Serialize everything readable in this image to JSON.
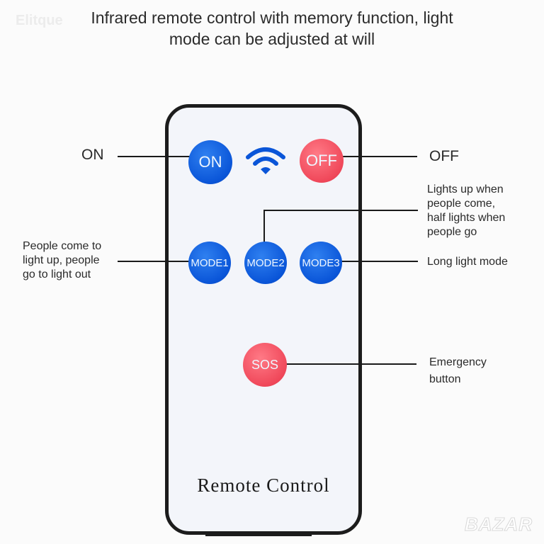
{
  "header": {
    "title_line1": "Infrared remote control with memory function, light",
    "title_line2": "mode can be adjusted at will"
  },
  "watermarks": {
    "top_left": "Elitque",
    "bottom_right": "BAZAR"
  },
  "remote": {
    "footer_label": "Remote Control",
    "buttons": {
      "on": "ON",
      "off": "OFF",
      "mode1": "MODE1",
      "mode2": "MODE2",
      "mode3": "MODE3",
      "sos": "SOS"
    },
    "signal_icon": "wifi-icon"
  },
  "callouts": {
    "on": "ON",
    "off": "OFF",
    "mode1": [
      "People come to",
      "light up, people",
      "go to light out"
    ],
    "mode2": [
      "Lights up when",
      "people come,",
      "half lights when",
      "people go"
    ],
    "mode3": "Long light mode",
    "sos": [
      "Emergency",
      "button"
    ]
  },
  "colors": {
    "blue": "#0a55d8",
    "red": "#f0485a",
    "outline": "#1c1c1c"
  }
}
